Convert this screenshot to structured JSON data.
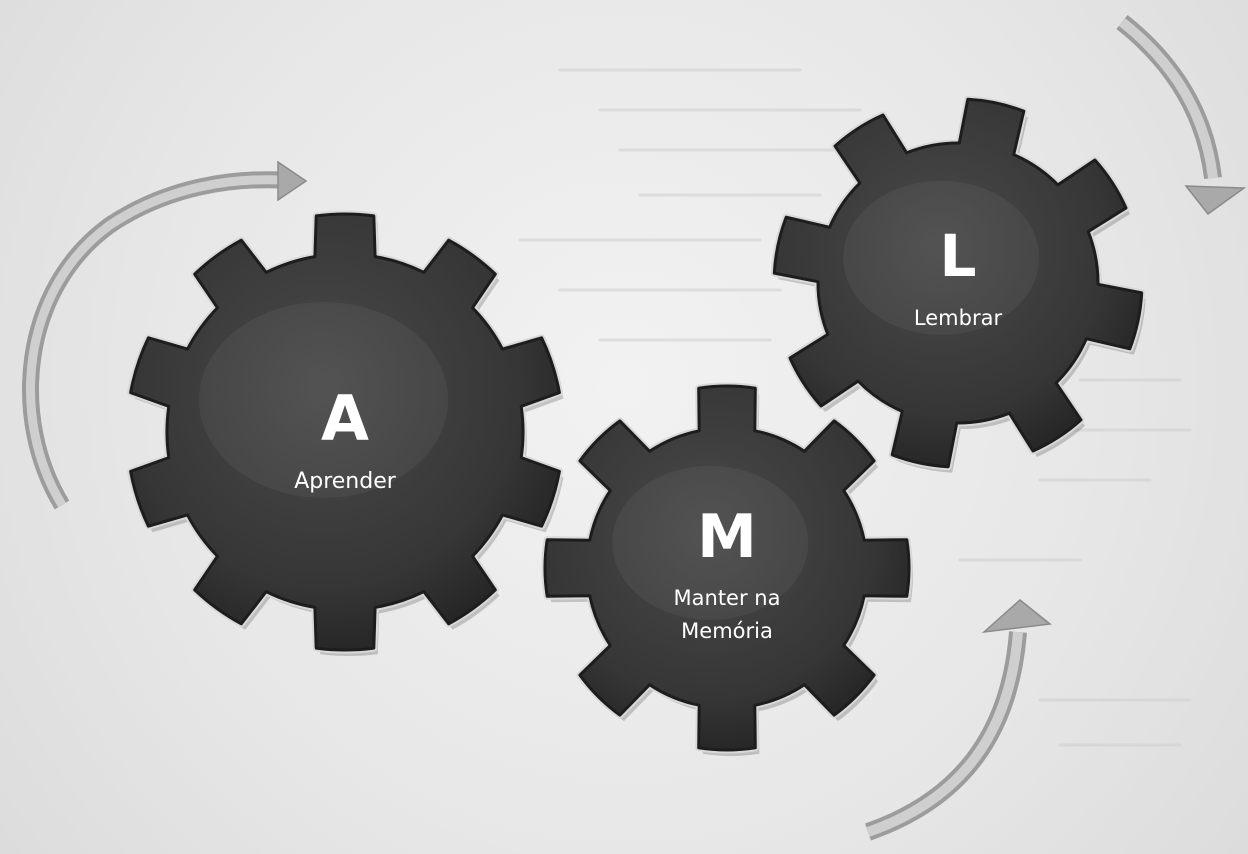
{
  "diagram": {
    "gears": [
      {
        "id": "aprender",
        "letter": "A",
        "label_lines": [
          "Aprender"
        ]
      },
      {
        "id": "manter",
        "letter": "M",
        "label_lines": [
          "Manter na",
          "Memória"
        ]
      },
      {
        "id": "lembrar",
        "letter": "L",
        "label_lines": [
          "Lembrar"
        ]
      }
    ]
  },
  "colors": {
    "gear_fill": "#3c3c3c",
    "gear_dark": "#1d1d1d",
    "gear_highlight": "#d9d9d9",
    "arrow": "#b3b3b3",
    "text": "#ffffff"
  }
}
